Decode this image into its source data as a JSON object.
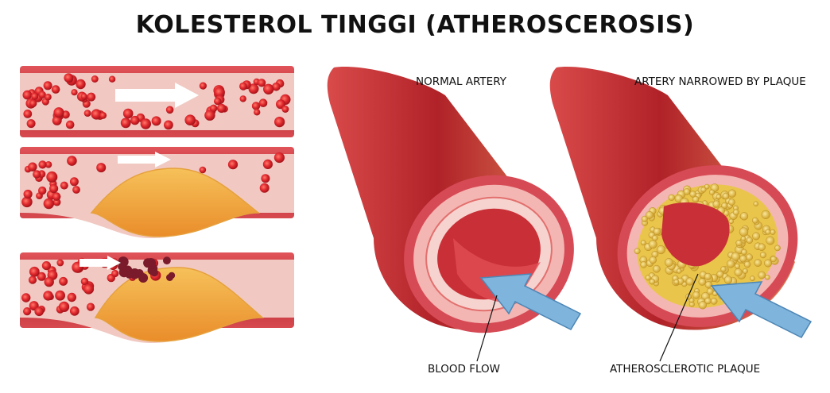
{
  "title": "KOLESTEROL TINGGI (ATHEROSCEROSIS)",
  "labels": {
    "normal_artery": "NORMAL ARTERY",
    "narrowed_artery": "ARTERY NARROWED BY PLAQUE",
    "blood_flow": "BLOOD FLOW",
    "plaque": "ATHEROSCLEROTIC PLAQUE"
  },
  "colors": {
    "artery_wall": "#c8343a",
    "vessel_lumen": "#f3c6c0",
    "red_cell": "#d9262b",
    "plaque": "#f2a93b",
    "plaque_cell": "#e9c54b",
    "flow_arrow": "#7fb4dc",
    "white_arrow": "#ffffff"
  }
}
